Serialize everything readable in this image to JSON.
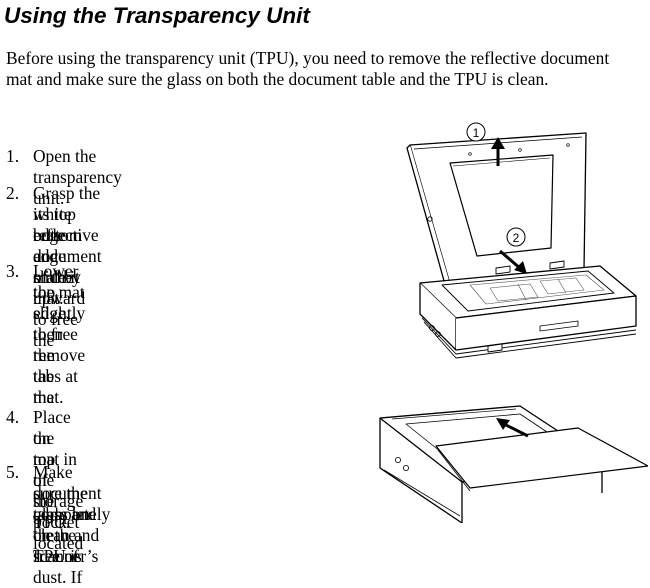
{
  "section": {
    "title": "Using the Transparency Unit",
    "intro": "Before using the transparency unit (TPU), you need to remove the reflective document mat and make sure the glass on both the document table and the TPU is clean."
  },
  "steps": [
    {
      "number": "1.",
      "lines": [
        "Open the transparency unit."
      ]
    },
    {
      "number": "2.",
      "lines": [
        "Grasp the white reflective document mat by",
        "its top edge and slide it upward to free the",
        "bottom edge of the mat."
      ]
    },
    {
      "number": "3.",
      "lines": [
        "Lower the mat slightly to free the tabs at the",
        "top edge, then remove the mat."
      ]
    },
    {
      "number": "4.",
      "lines": [
        "Place the mat in the storage pocket located",
        "on top of the TPU."
      ]
    },
    {
      "number": "5.",
      "lines": [
        "Make sure the glass on the scanner’s",
        "document table and on the TPU is",
        "completely clean and free of dust. If"
      ]
    }
  ],
  "figures": {
    "scanner_open": {
      "callouts": [
        "1",
        "2"
      ]
    }
  }
}
